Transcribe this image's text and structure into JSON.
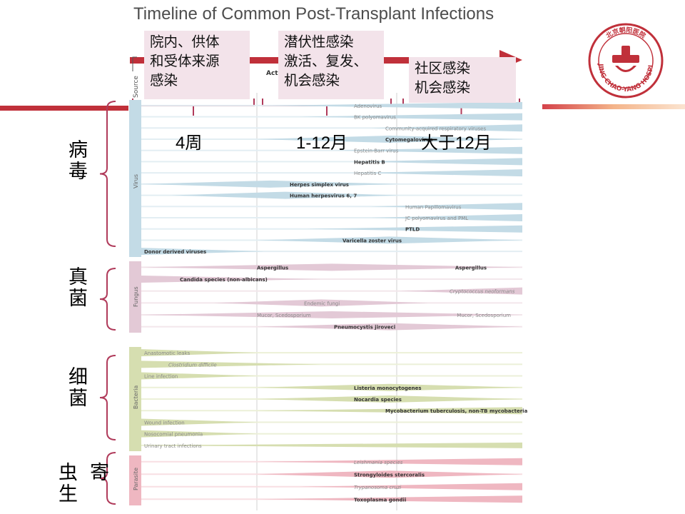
{
  "title": "Timeline of Common Post-Transplant Infections",
  "logo": {
    "cn": "北京朝阳医院",
    "en": "BEIJING CHAO-YANG HOSPITAL"
  },
  "header_fragments": {
    "source": "Source",
    "acti": "Acti"
  },
  "callouts": [
    "院内、供体\n和受体来源\n感染",
    "潜伏性感染\n激活、复发、\n机会感染",
    "社区感染\n机会感染"
  ],
  "periods": [
    "4周",
    "1-12月",
    "大于12月"
  ],
  "categories": {
    "virus": {
      "cn": "病\n毒",
      "en": "Virus",
      "color": "#c3dbe6",
      "band": "#e3eef3"
    },
    "fungus": {
      "cn": "真\n菌",
      "en": "Fungus",
      "color": "#e3c9d6",
      "band": "#f3e7ec"
    },
    "bacteria": {
      "cn": "细\n菌",
      "en": "Bacteria",
      "color": "#d6deb0",
      "band": "#ecf0d8"
    },
    "parasite": {
      "cn": "虫  寄\n生",
      "en": "Parasite",
      "color": "#efb7c1",
      "band": "#f8dfe3"
    }
  },
  "virus_rows": [
    {
      "label": "Adenovirus",
      "bold": false,
      "italic": false
    },
    {
      "label": "BK polyomavirus",
      "bold": false,
      "italic": false
    },
    {
      "label": "Community-acquired respiratory viruses",
      "bold": false,
      "italic": false
    },
    {
      "label": "Cytomegalovirus",
      "bold": true,
      "italic": false
    },
    {
      "label": "Epstein-Barr virus",
      "bold": false,
      "italic": false
    },
    {
      "label": "Hepatitis B",
      "bold": true,
      "italic": false
    },
    {
      "label": "Hepatitis C",
      "bold": false,
      "italic": false
    },
    {
      "label": "Herpes simplex virus",
      "bold": true,
      "italic": false
    },
    {
      "label": "Human herpesvirus 6, 7",
      "bold": true,
      "italic": false
    },
    {
      "label": "Human Papillomavirus",
      "bold": false,
      "italic": false
    },
    {
      "label": "JC polyomavirus and PML",
      "bold": false,
      "italic": false
    },
    {
      "label": "PTLD",
      "bold": true,
      "italic": false
    },
    {
      "label": "Varicella zoster virus",
      "bold": true,
      "italic": false
    },
    {
      "label": "Donor derived viruses",
      "bold": true,
      "italic": false
    }
  ],
  "fungus_rows": [
    {
      "label": "Aspergillus",
      "bold": true,
      "italic": false,
      "label2": "Aspergillus"
    },
    {
      "label": "Candida species (non-albicans)",
      "bold": true,
      "italic": false
    },
    {
      "label": "Cryptococcus neoformans",
      "bold": false,
      "italic": true
    },
    {
      "label": "Endemic fungi",
      "bold": false,
      "italic": false
    },
    {
      "label": "Mucor, Scedosporium",
      "bold": false,
      "italic": false,
      "label2": "Mucor, Scedosporium"
    },
    {
      "label": "Pneumocystis jiroveci",
      "bold": true,
      "italic": false
    }
  ],
  "bacteria_rows": [
    {
      "label": "Anastomotic leaks",
      "bold": false,
      "italic": false
    },
    {
      "label": "Clostridium difficile",
      "bold": false,
      "italic": true
    },
    {
      "label": "Line infection",
      "bold": false,
      "italic": false
    },
    {
      "label": "Listeria monocytogenes",
      "bold": true,
      "italic": false
    },
    {
      "label": "Nocardia species",
      "bold": true,
      "italic": false
    },
    {
      "label": "Mycobacterium tuberculosis, non-TB mycobacteria",
      "bold": true,
      "italic": false
    },
    {
      "label": "Wound infection",
      "bold": false,
      "italic": false
    },
    {
      "label": "Nosocomial pneumonia",
      "bold": false,
      "italic": false
    },
    {
      "label": "Urinary tract infections",
      "bold": false,
      "italic": false
    }
  ],
  "parasite_rows": [
    {
      "label": "Leishmania species",
      "bold": false,
      "italic": true
    },
    {
      "label": "Strongyloides stercoralis",
      "bold": true,
      "italic": false
    },
    {
      "label": "Trypanosoma cruzi",
      "bold": false,
      "italic": true
    },
    {
      "label": "Toxoplasma gondii",
      "bold": true,
      "italic": false
    }
  ]
}
